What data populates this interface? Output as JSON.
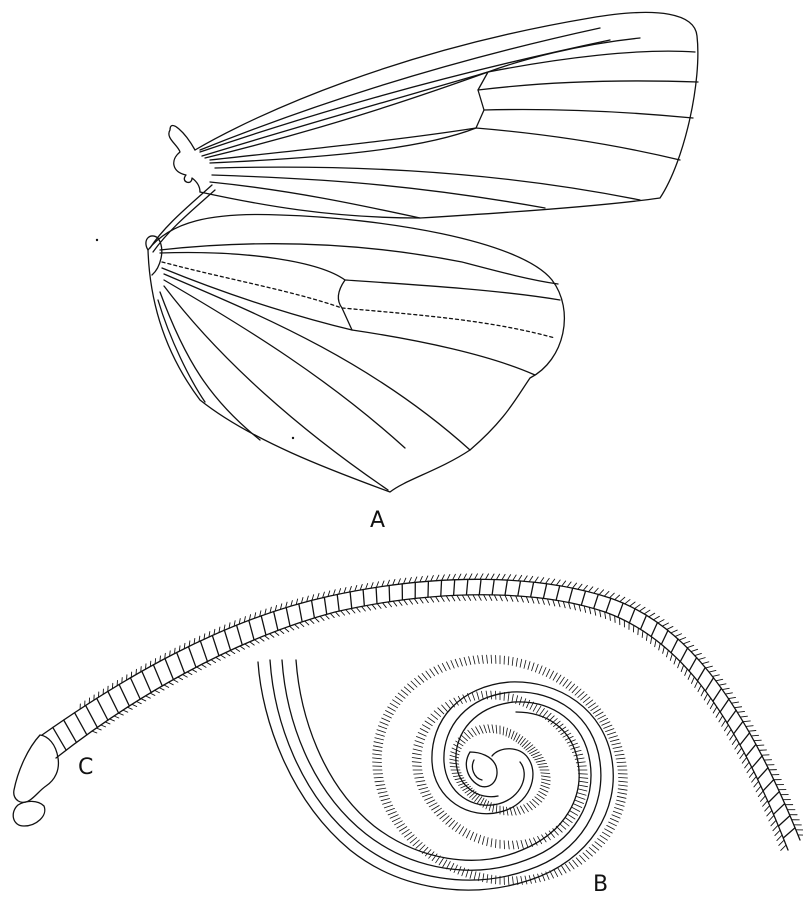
{
  "labels": {
    "a": "A",
    "b": "B",
    "c": "C"
  },
  "colors": {
    "ink": "#111111",
    "background": "#ffffff"
  }
}
